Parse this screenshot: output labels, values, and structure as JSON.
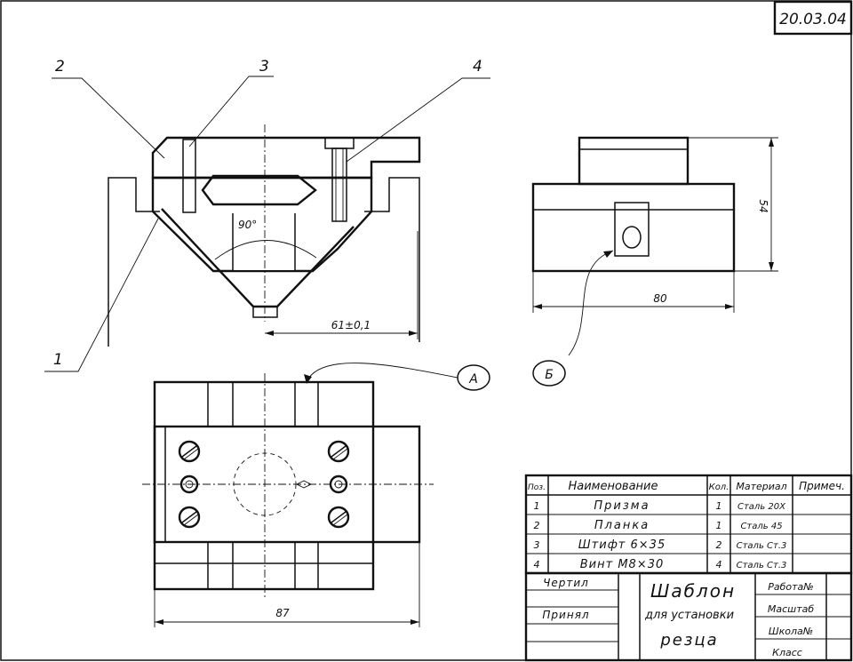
{
  "sheet_number": "20.03.04",
  "callouts": {
    "c1": "1",
    "c2": "2",
    "c3": "3",
    "c4": "4",
    "angle": "90°",
    "dim_width": "61±0,1",
    "dim_height": "54",
    "dim_length_side": "80",
    "dim_length_top": "87",
    "view_a": "A",
    "view_b": "Б"
  },
  "parts_table": {
    "headers": [
      "Поз.",
      "Наименование",
      "Кол.",
      "Материал",
      "Примеч."
    ],
    "rows": [
      [
        "1",
        "Призма",
        "1",
        "Сталь 20Х",
        ""
      ],
      [
        "2",
        "Планка",
        "1",
        "Сталь 45",
        ""
      ],
      [
        "3",
        "Штифт 6×35",
        "2",
        "Сталь Ст.3",
        ""
      ],
      [
        "4",
        "Винт М8×30",
        "4",
        "Сталь Ст.3",
        ""
      ]
    ]
  },
  "title_block": {
    "drew": "Чертил",
    "accepted": "Принял",
    "title_line1": "Шаблон",
    "title_line2": "для установки",
    "title_line3": "резца",
    "work_no": "Работа№",
    "scale": "Масштаб",
    "school_no": "Школа№",
    "class": "Класс"
  }
}
